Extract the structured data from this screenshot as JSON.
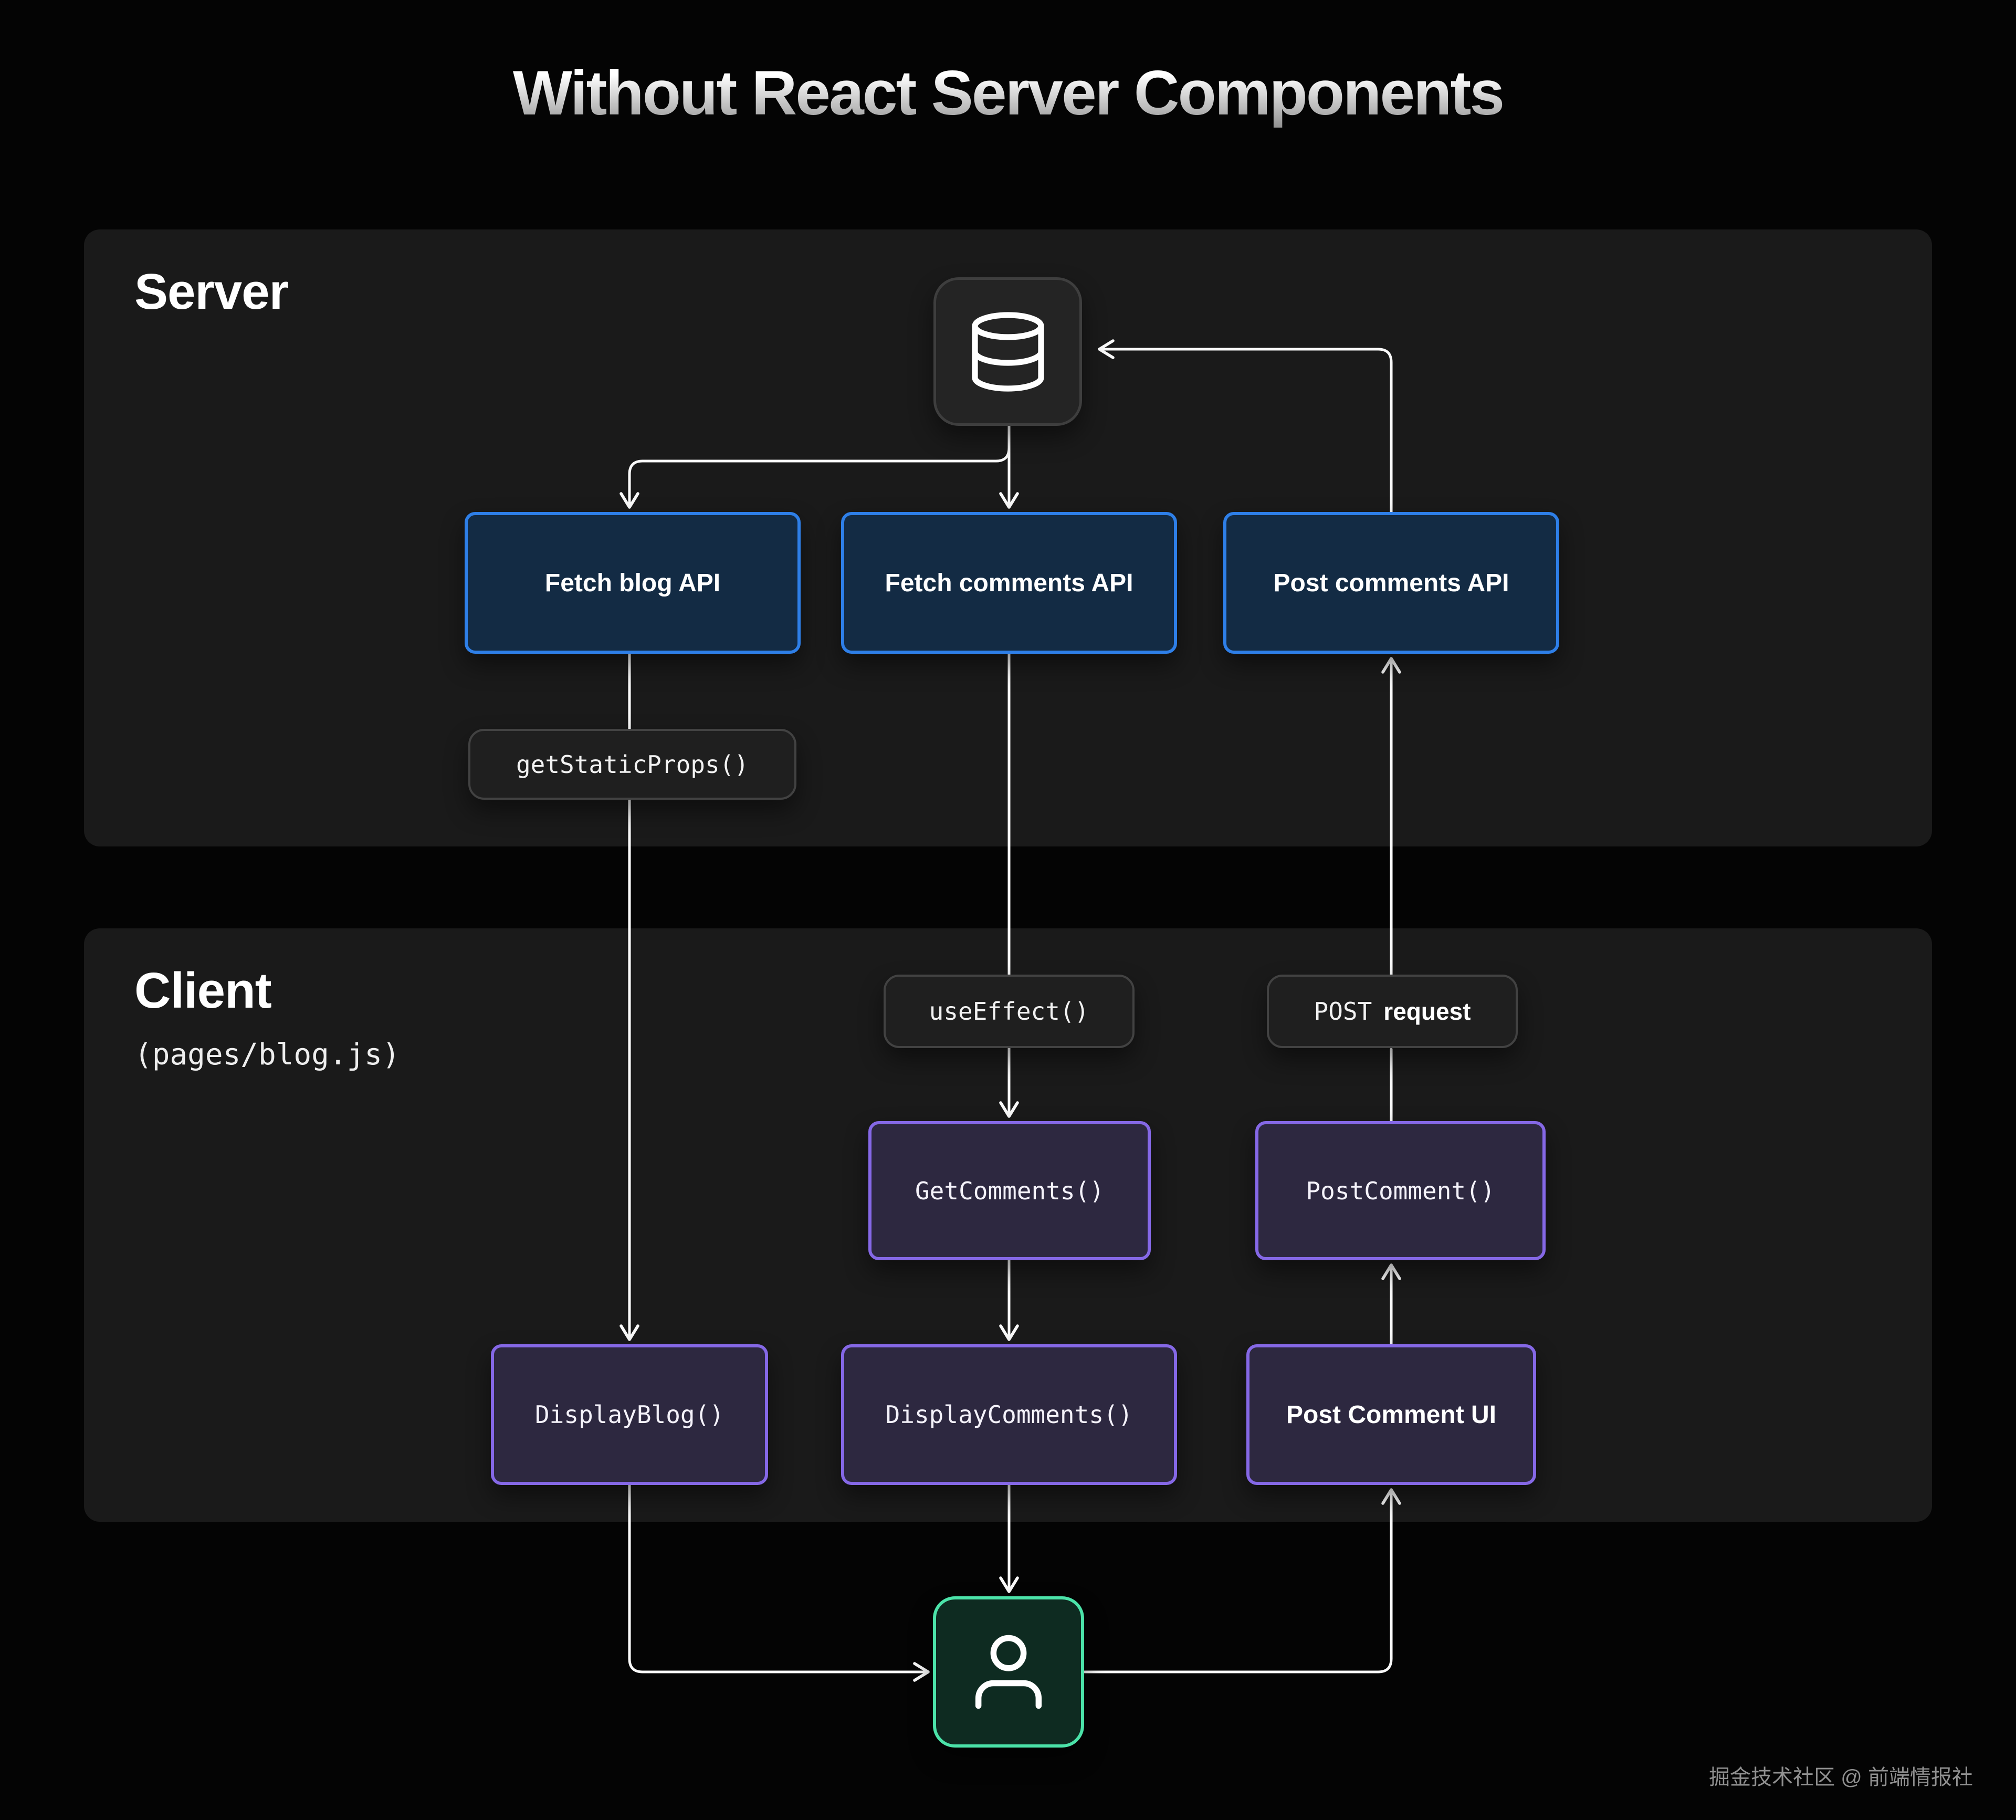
{
  "title": "Without React Server Components",
  "server": {
    "label": "Server",
    "database_icon": "database-icon",
    "api_boxes": [
      {
        "label": "Fetch blog API"
      },
      {
        "label": "Fetch comments API"
      },
      {
        "label": "Post comments API"
      }
    ],
    "code_pill": {
      "label": "getStaticProps()"
    }
  },
  "client": {
    "label": "Client",
    "sublabel": "(pages/blog.js)",
    "effect_pill": {
      "label": "useEffect()"
    },
    "post_pill": {
      "mono": "POST",
      "bold": "request"
    },
    "function_boxes": [
      {
        "label": "GetComments()"
      },
      {
        "label": "PostComment()"
      }
    ],
    "display_boxes": [
      {
        "label": "DisplayBlog()"
      },
      {
        "label": "DisplayComments()"
      },
      {
        "label": "Post Comment UI"
      }
    ]
  },
  "user_node": {
    "icon": "user-icon"
  },
  "watermark": "掘金技术社区 @ 前端情报社",
  "colors": {
    "background": "#040404",
    "panel": "#1a1a1a",
    "blue_border": "#2e7fe8",
    "blue_fill": "#132b44",
    "purple_border": "#8568e6",
    "purple_fill": "#2d2840",
    "green_border": "#4be3a9",
    "green_fill": "#0e2b21",
    "pill_fill": "#1f1f1f",
    "pill_border": "#424242",
    "line": "#fafafa",
    "title_gradient_top": "#ffffff",
    "title_gradient_bottom": "#8f8f8f"
  }
}
